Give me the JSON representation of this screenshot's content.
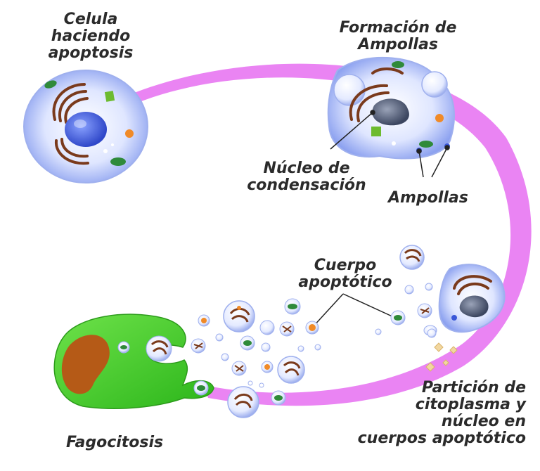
{
  "labels": {
    "cell_apoptosis": [
      "Celula",
      "haciendo",
      "apoptosis"
    ],
    "blebbing": [
      "Formación de",
      "Ampollas"
    ],
    "nuclear_condensation": [
      "Núcleo de",
      "condensación"
    ],
    "blebs": "Ampollas",
    "apoptotic_body": [
      "Cuerpo",
      "apoptótico"
    ],
    "partition": [
      "Partición de",
      "citoplasma y",
      "núcleo en",
      "cuerpos apoptótico"
    ],
    "phagocytosis": "Fagocitosis"
  },
  "colors": {
    "arrow": "#e879f2",
    "cell_fill": "#b9c6f7",
    "nucleus": "#3a57d8",
    "golgi": "#7a3a1c",
    "mitochondria": "#2f8a3a",
    "phagocyte": "#3fcf27",
    "phagocyte_nucleus": "#b55a17",
    "vesicle_orange": "#f08a28",
    "text": "#2b2b2b"
  }
}
